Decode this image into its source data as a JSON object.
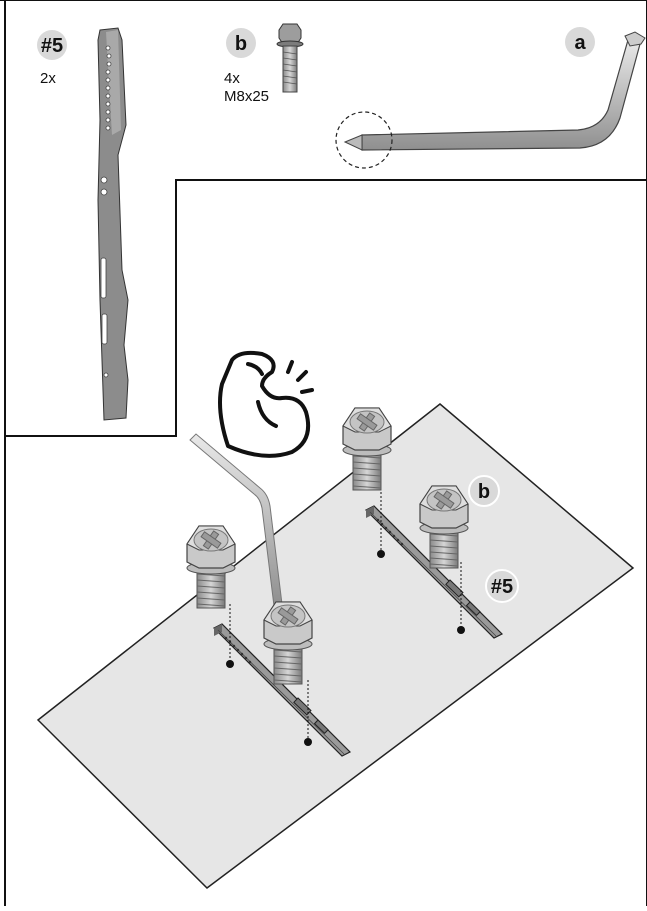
{
  "parts": {
    "bracket": {
      "label": "#5",
      "qty": "2x"
    },
    "bolt": {
      "label": "b",
      "qty": "4x",
      "size": "M8x25"
    },
    "hex_key": {
      "label": "a"
    }
  },
  "callouts": {
    "bolt_label": "b",
    "bracket_label": "#5"
  },
  "icons": {
    "strength": "flexed-arm-icon"
  },
  "colors": {
    "badge_bg": "#d9d9d9",
    "panel_fill": "#e6e6e6",
    "line": "#111111"
  }
}
